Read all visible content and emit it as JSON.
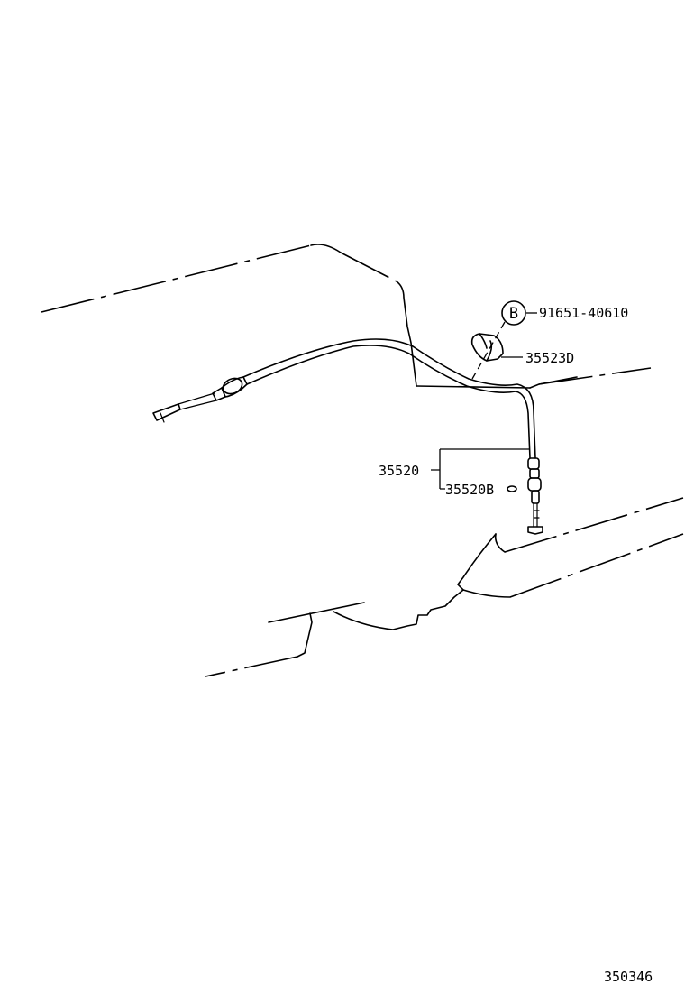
{
  "callouts": {
    "bolt_marker": "B",
    "bolt_part": "91651-40610",
    "clamp_part": "35523D",
    "cable_assy_part": "35520",
    "clip_part": "35520B"
  },
  "figure_code": "350346",
  "colors": {
    "ink": "#000000",
    "paper": "#ffffff"
  }
}
